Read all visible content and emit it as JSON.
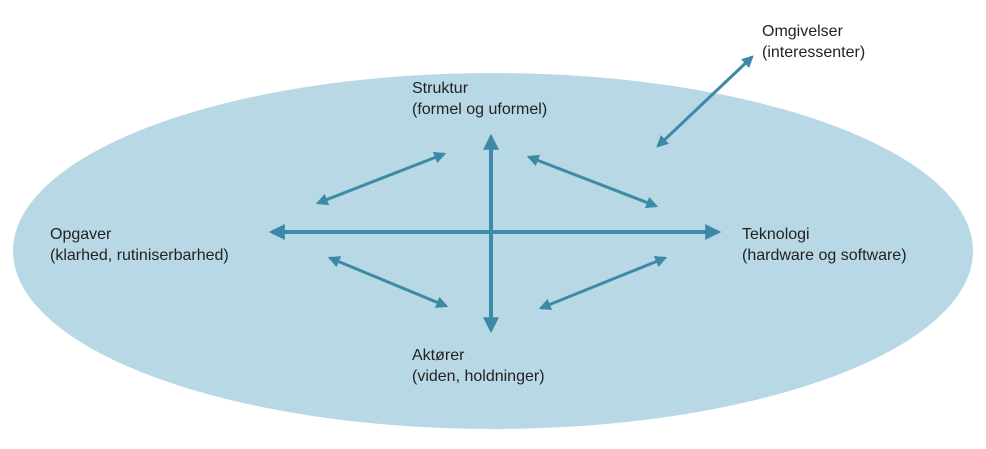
{
  "colors": {
    "ellipse_fill": "#b9d8e5",
    "arrow": "#3c8aa8",
    "text": "#222222"
  },
  "nodes": {
    "omgivelser": {
      "title": "Omgivelser",
      "subtitle": "(interessenter)"
    },
    "struktur": {
      "title": "Struktur",
      "subtitle": "(formel og uformel)"
    },
    "opgaver": {
      "title": "Opgaver",
      "subtitle": "(klarhed, rutiniserbarhed)"
    },
    "teknologi": {
      "title": "Teknologi",
      "subtitle": "(hardware og software)"
    },
    "aktorer": {
      "title": "Aktører",
      "subtitle": "(viden, holdninger)"
    }
  }
}
